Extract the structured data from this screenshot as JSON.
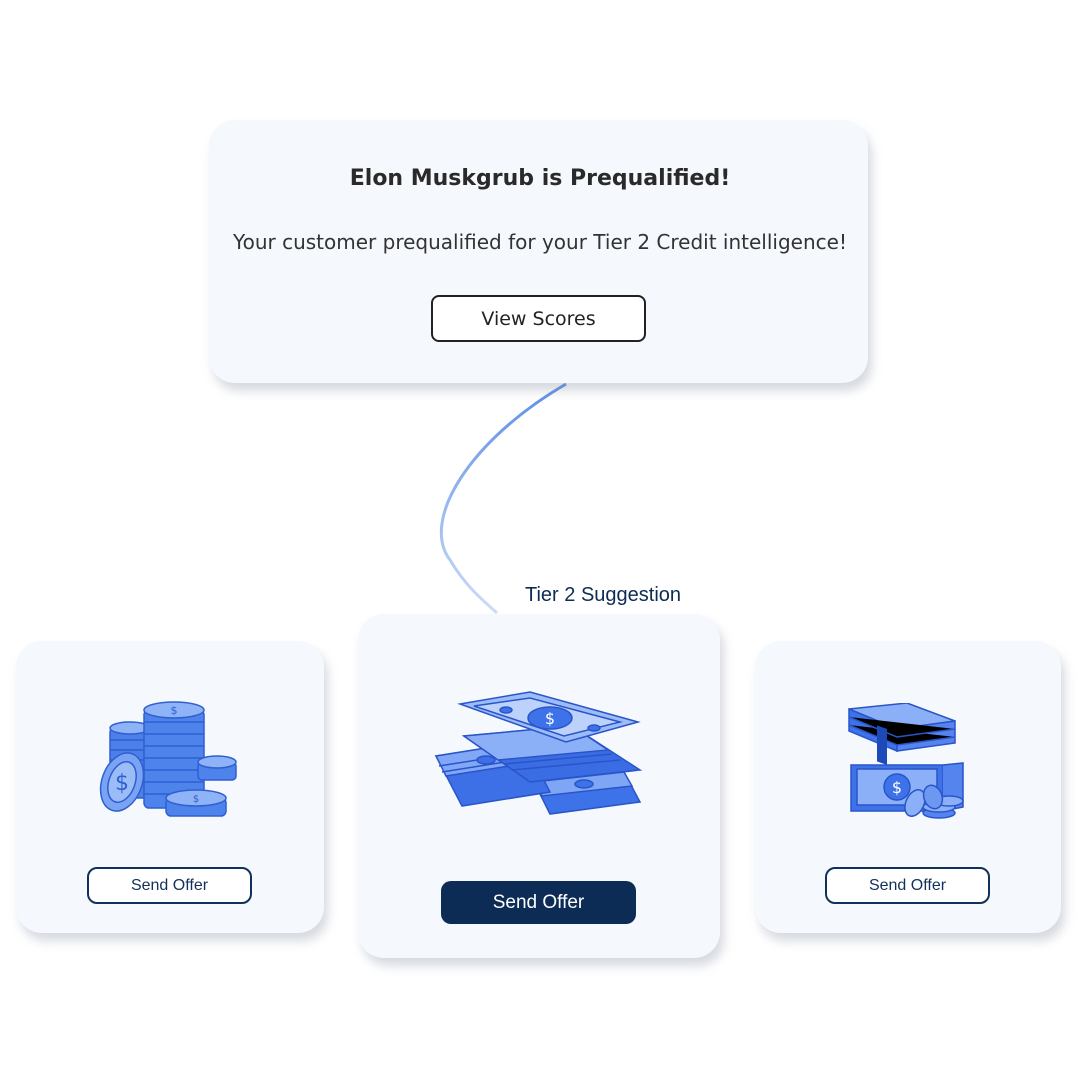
{
  "prequal": {
    "title": "Elon Muskgrub is Prequalified!",
    "message": "Your customer prequalified for your Tier 2 Credit intelligence!",
    "button_label": "View Scores"
  },
  "suggestion_label": "Tier 2 Suggestion",
  "offers": [
    {
      "icon": "coin-stacks-icon",
      "button_label": "Send Offer",
      "highlighted": false
    },
    {
      "icon": "cash-pile-icon",
      "button_label": "Send Offer",
      "highlighted": true
    },
    {
      "icon": "cash-stacks-coins-icon",
      "button_label": "Send Offer",
      "highlighted": false
    }
  ],
  "colors": {
    "accent_dark": "#0c2b55",
    "money_blue": "#3d74ea",
    "card_bg": "#f5f8fc"
  }
}
